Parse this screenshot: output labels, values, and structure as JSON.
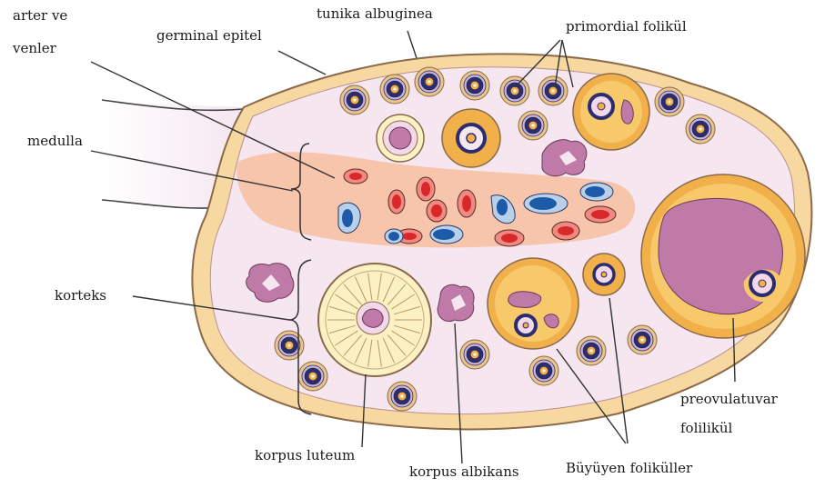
{
  "labels": {
    "arter_ve": "arter ve",
    "venler": "venler",
    "germinal_epitel": "germinal epitel",
    "tunika_albuginea": "tunika  albuginea",
    "primordial_folikul": "primordial folikül",
    "medulla": "medulla",
    "korteks": "korteks",
    "korpus_luteum": "korpus luteum",
    "korpus_albikans": "korpus albikans",
    "buyuyen_folikuller": "Büyüyen foliküller",
    "preovulatuvar": "preovulatuvar",
    "folilikul": "folilikül"
  },
  "colors": {
    "stroma": "#f5e6f0",
    "capsule": "#f6d8a0",
    "capsule_edge": "#8a6a4a",
    "medulla": "#f7c2a8",
    "follicle_gold": "#f2b04a",
    "oocyte_purple": "#c07aa8",
    "artery_red": "#d9282a",
    "vein_blue": "#1d5aa8",
    "primordial_navy": "#2b2d6e",
    "luteum_cream": "#fbf1c4"
  }
}
